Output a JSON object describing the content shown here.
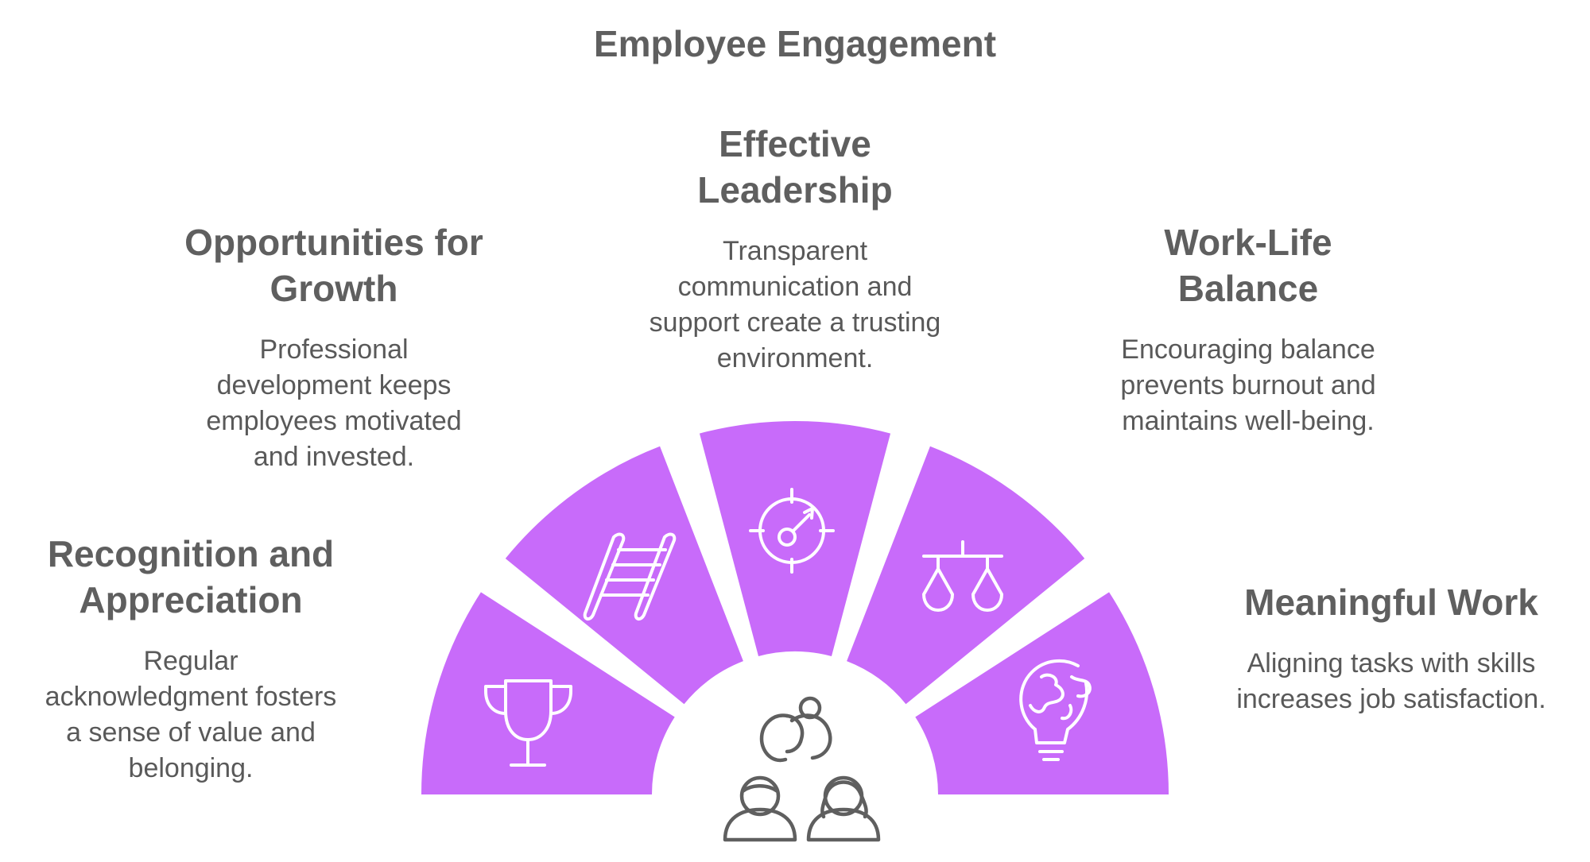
{
  "title": "Employee Engagement",
  "colors": {
    "segment": "#c86bfa",
    "text": "#5f5f5f",
    "icon": "#ffffff"
  },
  "segments": [
    {
      "heading": "Recognition and\nAppreciation",
      "description": "Regular\nacknowledgment fosters\na sense of value and\nbelonging.",
      "icon": "trophy-icon"
    },
    {
      "heading": "Opportunities for\nGrowth",
      "description": "Professional\ndevelopment keeps\nemployees motivated\nand invested.",
      "icon": "ladder-icon"
    },
    {
      "heading": "Effective\nLeadership",
      "description": "Transparent\ncommunication and\nsupport create a trusting\nenvironment.",
      "icon": "target-gauge-icon"
    },
    {
      "heading": "Work-Life\nBalance",
      "description": "Encouraging balance\nprevents burnout and\nmaintains well-being.",
      "icon": "balance-scale-icon"
    },
    {
      "heading": "Meaningful Work",
      "description": "Aligning tasks with skills\nincreases job satisfaction.",
      "icon": "lightbulb-puzzle-icon"
    }
  ],
  "center_icon": "people-connection-icon"
}
